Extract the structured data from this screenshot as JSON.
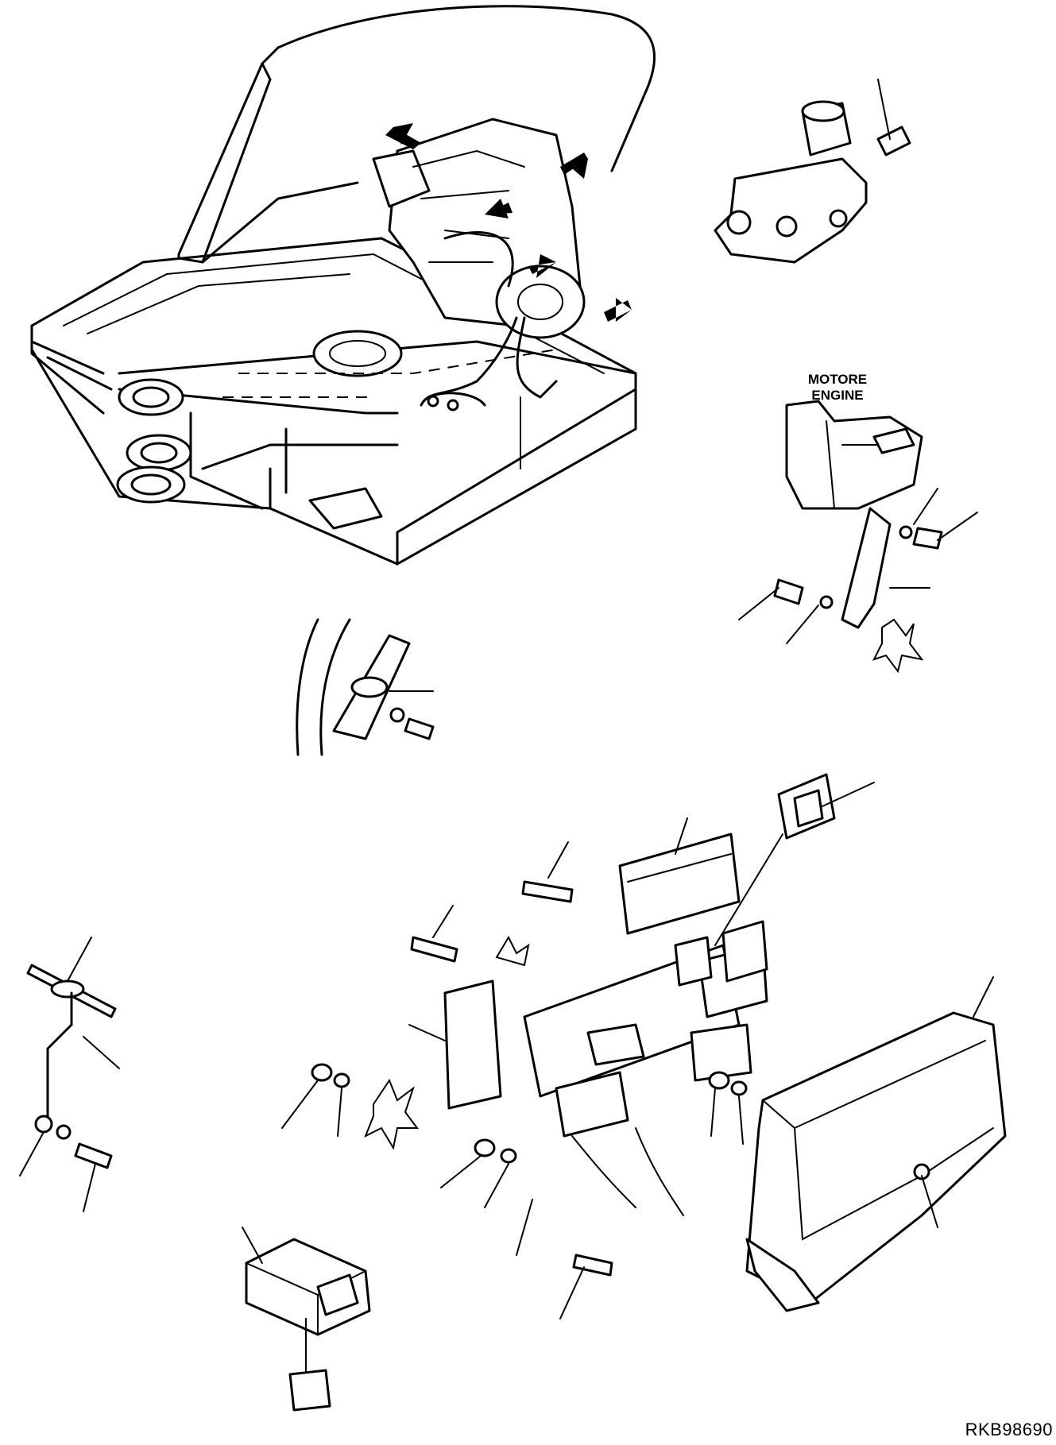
{
  "callouts": {
    "engine_line1": "MOTORE",
    "engine_line2": "ENGINE"
  },
  "figure": {
    "reference_code": "RKB98690"
  }
}
